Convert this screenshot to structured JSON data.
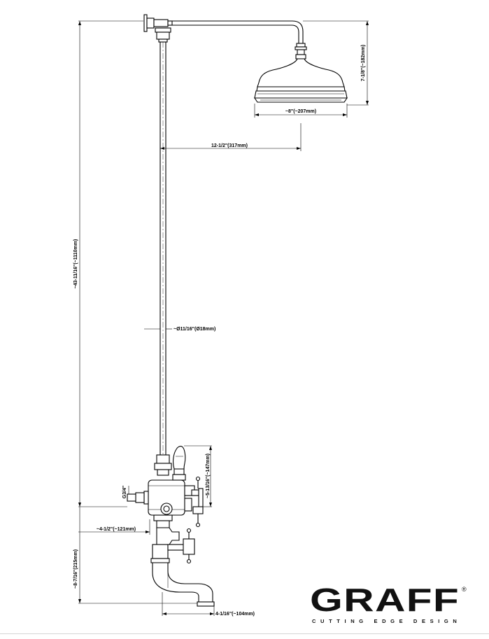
{
  "dimensions": {
    "total_height": "~43-11/16\"(~1110mm)",
    "arm_reach": "12-1/2\"(317mm)",
    "head_height": "7-1/8\"(~182mm)",
    "head_diameter": "~8\"(~207mm)",
    "pipe_diameter": "~Ø11/16\"(Ø18mm)",
    "handle_height": "~5-13/16\"(~147mm)",
    "inlet_thread": "G3/4\"",
    "wall_offset": "~4-1/2\"(~121mm)",
    "spout_drop": "~8-7/16\"(215mm)",
    "spout_reach": "4-1/16\"(~104mm)"
  },
  "brand": {
    "name": "GRAFF",
    "registered": "®",
    "tagline": "CUTTING EDGE DESIGN"
  }
}
